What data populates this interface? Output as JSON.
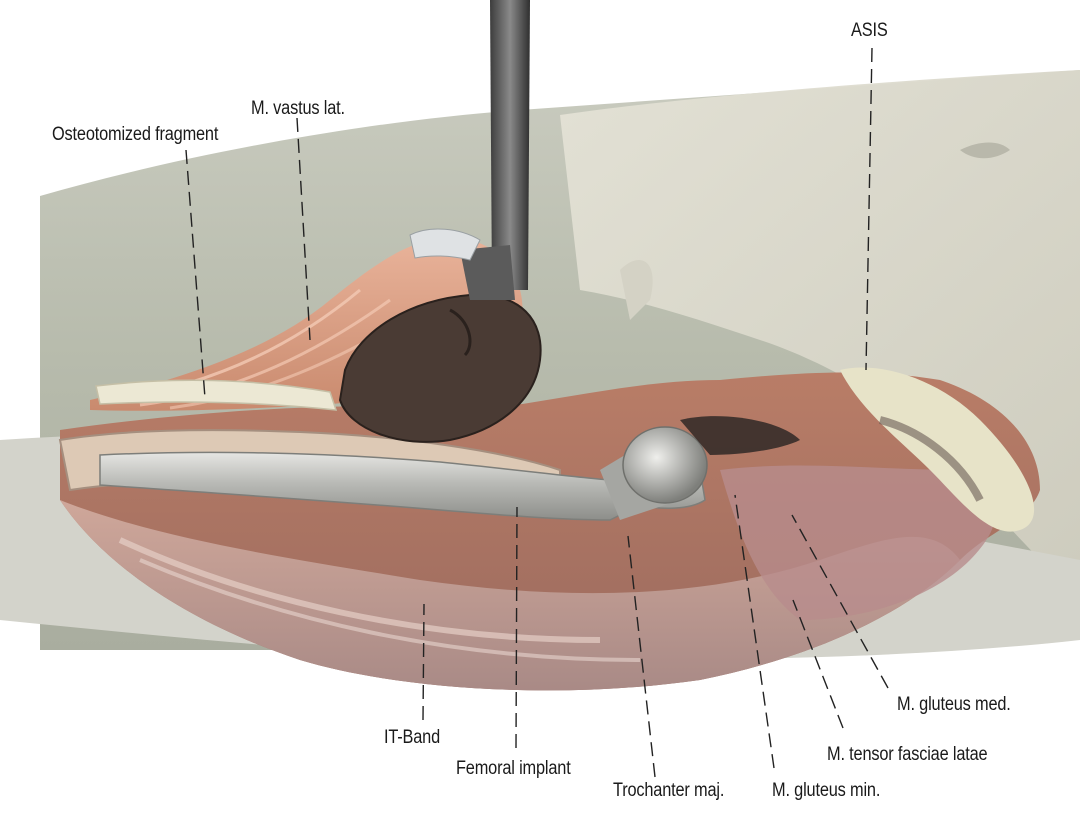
{
  "labels": {
    "asis": "ASIS",
    "vastus": "M. vastus lat.",
    "osteotomized": "Osteotomized fragment",
    "gluteus_med": "M. gluteus med.",
    "tensor": "M. tensor fasciae latae",
    "gluteus_min": "M. gluteus min.",
    "trochanter": "Trochanter maj.",
    "femoral_implant": "Femoral implant",
    "it_band": "IT-Band"
  }
}
